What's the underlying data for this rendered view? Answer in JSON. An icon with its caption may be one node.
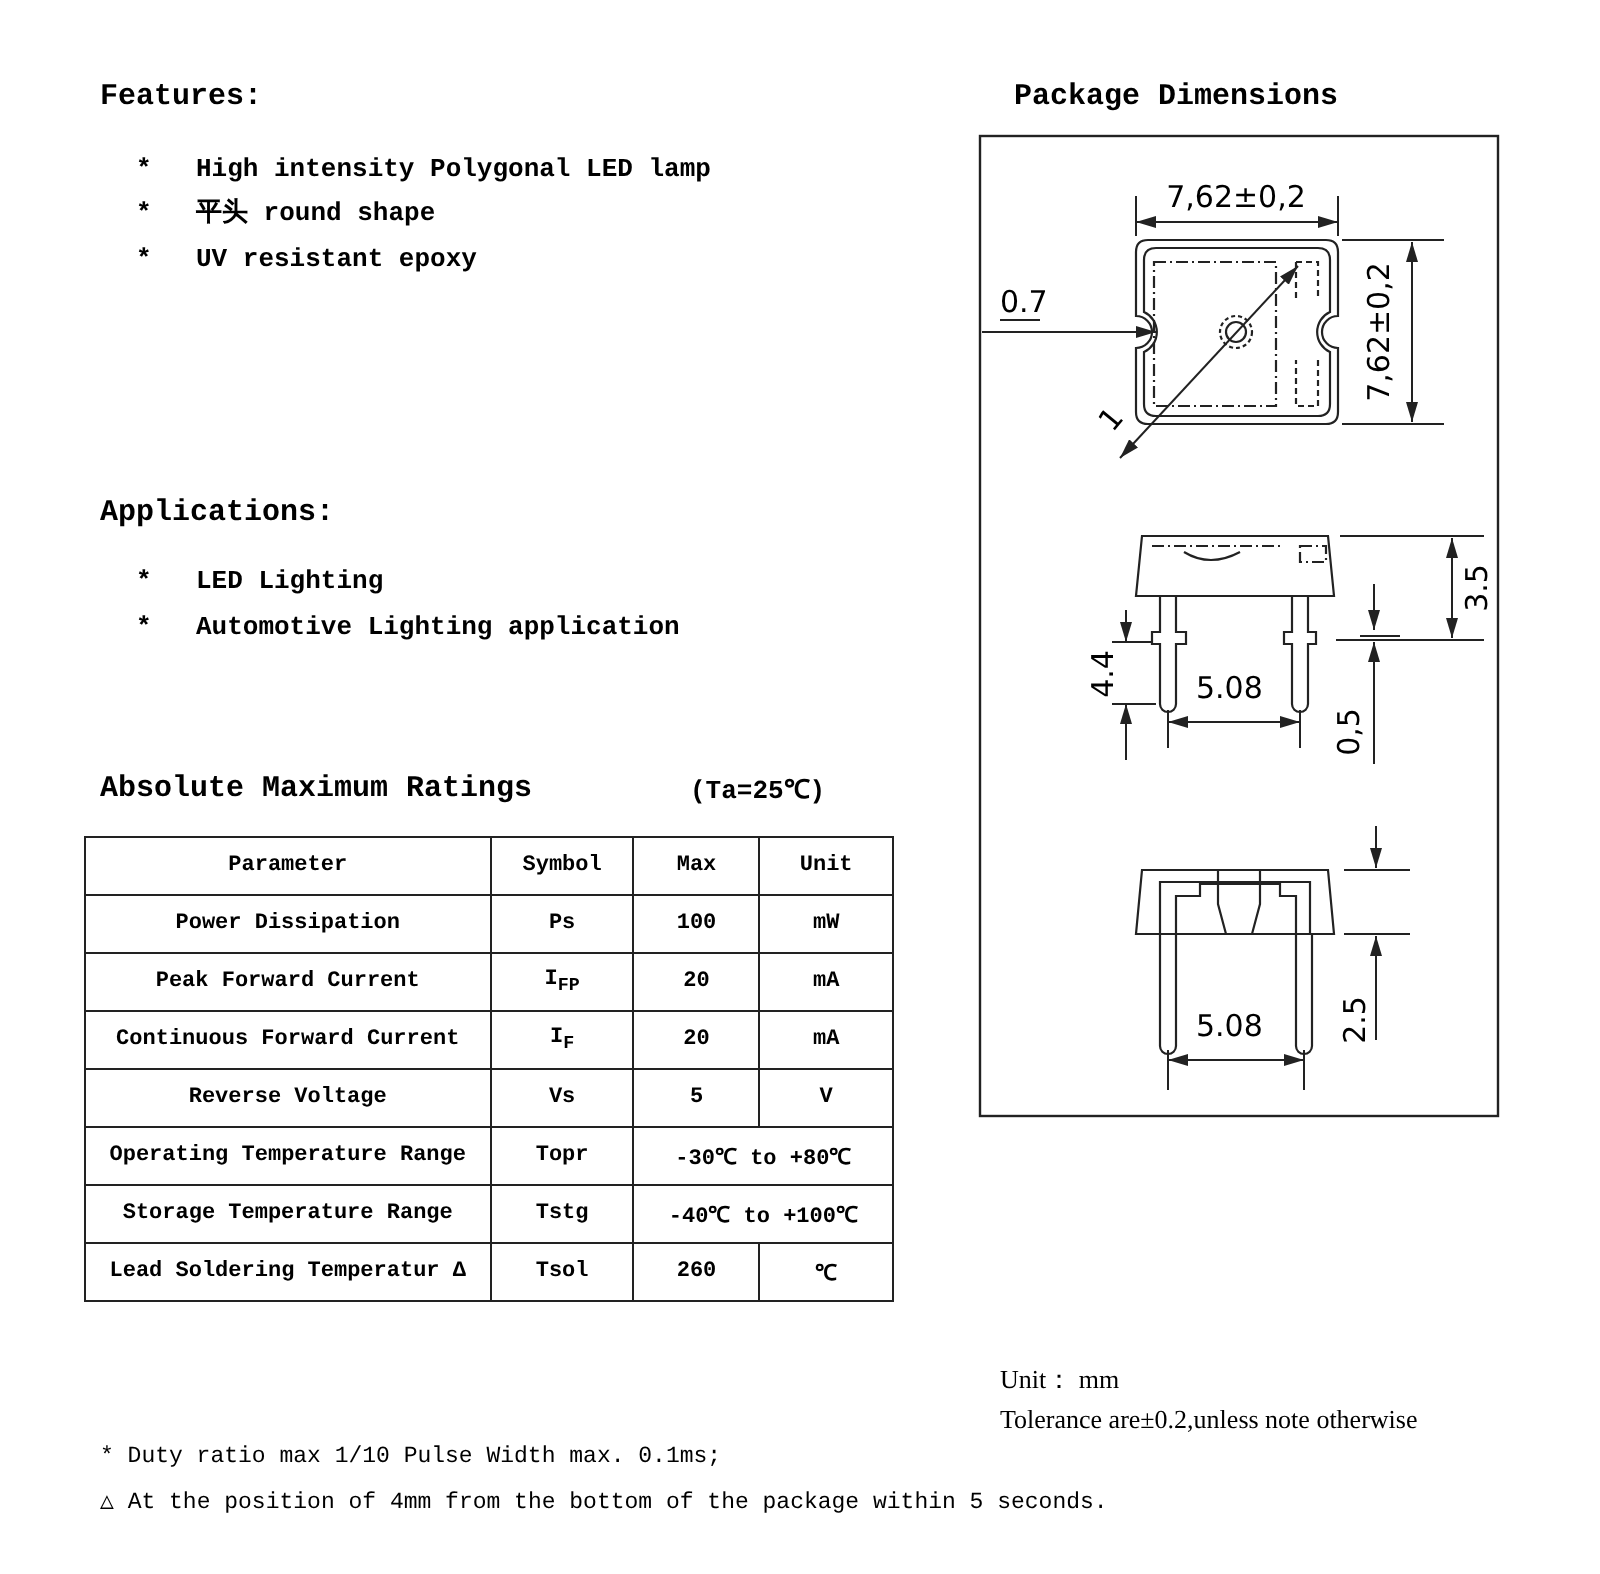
{
  "diagram": {
    "labels": [
      "Features:",
      "*",
      "High intensity Polygonal LED lamp",
      "*",
      "平头 round shape",
      "*",
      "UV resistant epoxy",
      "Applications:",
      "*",
      "LED Lighting",
      "*",
      "Automotive Lighting application",
      "Absolute Maximum Ratings",
      "(Ta=25℃)",
      "Parameter",
      "Symbol",
      "Max",
      "Unit",
      "Power Dissipation",
      "Ps",
      "100",
      "mW",
      "Peak Forward Current",
      "I$_{FP}$",
      "20",
      "mA",
      "Continuous Forward Current",
      "I$_{F}$",
      "20",
      "mA",
      "Reverse Voltage",
      "Vs",
      "5",
      "V",
      "Operating Temperature Range",
      "Topr",
      "-30℃ to +80℃",
      "Storage Temperature Range",
      "Tstg",
      "-40℃ to +100℃",
      "Lead Soldering Temperatur Δ",
      "Tsol",
      "260",
      "℃",
      "Package Dimensions",
      "7,62±0,2",
      "0.7",
      "7,62±0,2",
      "1",
      "3.5",
      "4.4",
      "5.08",
      "0,5",
      "5.08",
      "2.5",
      "Unit： mm",
      "Tolerance are±0.2,unless note otherwise",
      "* Duty ratio max 1/10 Pulse Width max. 0.1ms;",
      "△ At the position of 4mm from the bottom of the package within 5 seconds."
    ]
  }
}
